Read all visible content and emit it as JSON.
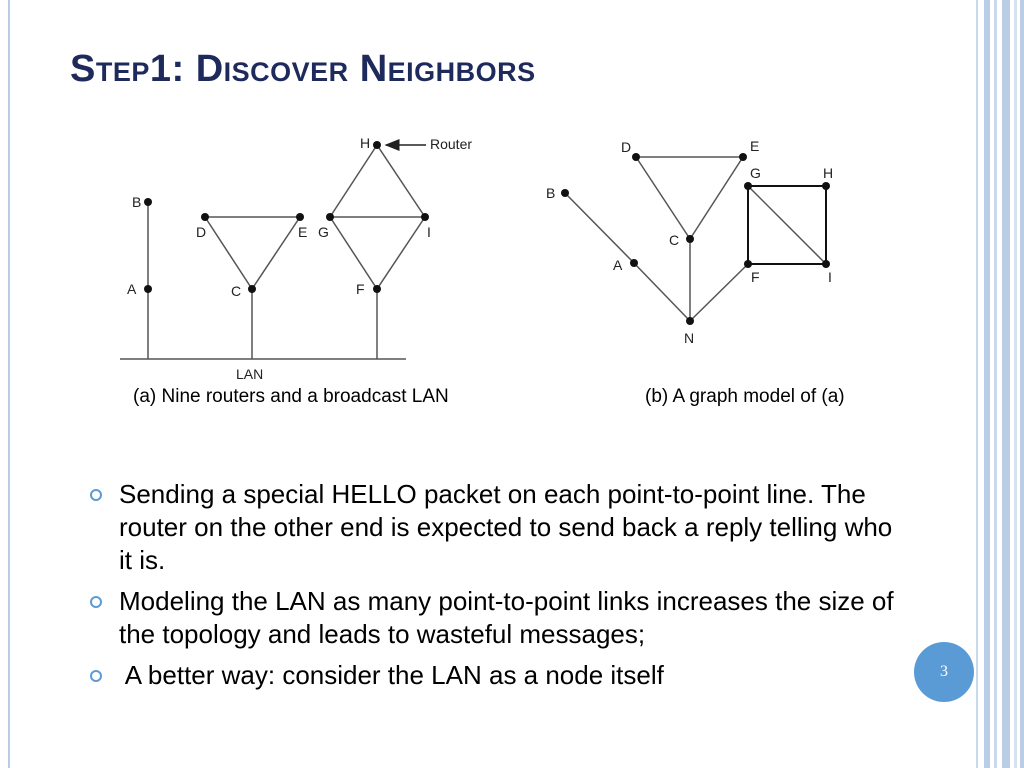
{
  "slide": {
    "title": "Step1: Discover Neighbors",
    "page_number": "3",
    "accent_color": "#5b9bd5",
    "title_color": "#1f2a5c"
  },
  "diagram_a": {
    "caption": "(a) Nine routers and a broadcast LAN",
    "router_callout": "Router",
    "lan_label": "LAN",
    "nodes": {
      "A": "A",
      "B": "B",
      "C": "C",
      "D": "D",
      "E": "E",
      "F": "F",
      "G": "G",
      "H": "H",
      "I": "I"
    }
  },
  "diagram_b": {
    "caption": "(b) A graph model of (a)",
    "nodes": {
      "A": "A",
      "B": "B",
      "C": "C",
      "D": "D",
      "E": "E",
      "F": "F",
      "G": "G",
      "H": "H",
      "I": "I",
      "N": "N"
    }
  },
  "bullets": [
    "Sending a special HELLO packet on each point-to-point line. The router on the other end is expected to send back a reply telling who it is.",
    "Modeling the LAN as many point-to-point links increases the size of the topology and leads to wasteful messages;",
    " A better way: consider the LAN as a node itself"
  ]
}
